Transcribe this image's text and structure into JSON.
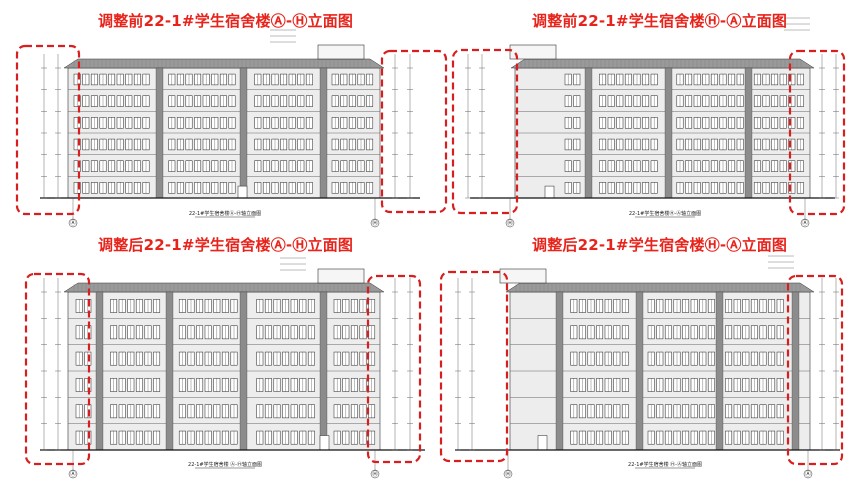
{
  "titles": {
    "top_left": "调整前22-1#学生宿舍楼Ⓐ-Ⓗ立面图",
    "top_right": "调整前22-1#学生宿舍楼Ⓗ-Ⓐ立面图",
    "bottom_left": "调整后22-1#学生宿舍楼Ⓐ-Ⓗ立面图",
    "bottom_right": "调整后22-1#学生宿舍楼Ⓗ-Ⓐ立面图"
  },
  "captions": {
    "top_left": "22-1#学生宿舍楼Ⓐ-Ⓗ轴立面图",
    "top_right": "22-1#学生宿舍楼Ⓗ-Ⓐ轴立面图",
    "bottom_left": "22-1#学生宿舍楼 Ⓐ-Ⓗ轴立面图",
    "bottom_right": "22-1#学生宿舍楼 Ⓗ-Ⓐ轴立面图"
  },
  "axis_labels": {
    "top_left": [
      "Ⓐ",
      "Ⓗ"
    ],
    "top_right": [
      "Ⓗ",
      "Ⓐ"
    ],
    "bottom_left": [
      "Ⓐ",
      "Ⓗ"
    ],
    "bottom_right": [
      "Ⓗ",
      "Ⓐ"
    ]
  },
  "colors": {
    "title": "#e8231b",
    "highlight": "#d81e1e",
    "line": "#333333",
    "roof": "#9a9a9a",
    "wall": "#ededed",
    "stair_band": "#8c8c8c"
  }
}
